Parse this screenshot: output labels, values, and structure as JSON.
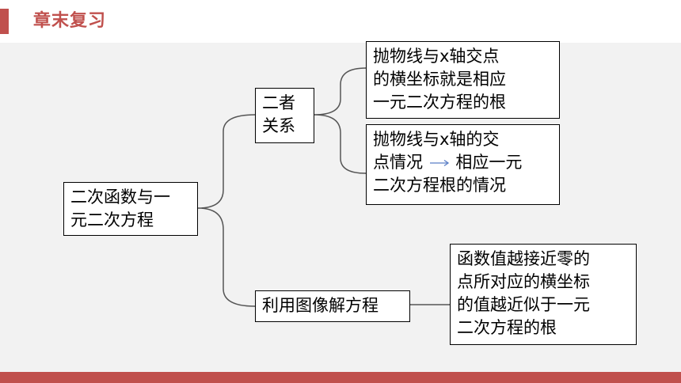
{
  "header": {
    "title": "章末复习",
    "accent_color": "#c0504d"
  },
  "diagram": {
    "root": {
      "lines": [
        "二次函数与一",
        "元二次方程"
      ]
    },
    "relation": {
      "lines": [
        "二者",
        "关系"
      ]
    },
    "relation_leaf_1": {
      "lines": [
        "抛物线与x轴交点",
        "的横坐标就是相应",
        "一元二次方程的根"
      ]
    },
    "relation_leaf_2": {
      "line1": "抛物线与x轴的交",
      "line2_before": "点情况",
      "line2_after": "相应一元",
      "line3": "二次方程根的情况"
    },
    "graph_method": {
      "lines": [
        "利用图像解方程"
      ]
    },
    "graph_leaf": {
      "lines": [
        "函数值越接近零的",
        "点所对应的横坐标",
        "的值越近似于一元",
        "二次方程的根"
      ]
    }
  }
}
